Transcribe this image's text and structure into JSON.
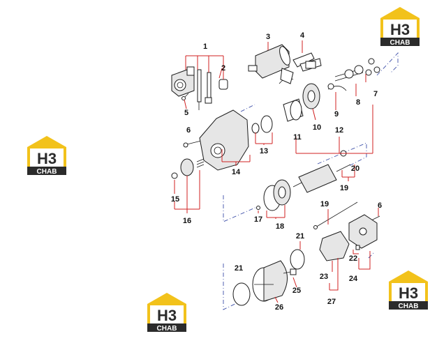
{
  "logos": [
    {
      "name": "logo-top-right",
      "letters": "H3",
      "caption": "CHAB"
    },
    {
      "name": "logo-left",
      "letters": "H3",
      "caption": "CHAB"
    },
    {
      "name": "logo-bottom-center",
      "letters": "H3",
      "caption": "CHAB"
    },
    {
      "name": "logo-bottom-right",
      "letters": "H3",
      "caption": "CHAB"
    }
  ],
  "colors": {
    "logo_yellow": "#f2c21b",
    "logo_dark": "#2b2b2b",
    "leader_red": "#d02020",
    "axis_blue": "#3c4ea8"
  },
  "callouts": [
    {
      "id": "c1",
      "label": "1"
    },
    {
      "id": "c2",
      "label": "2"
    },
    {
      "id": "c3",
      "label": "3"
    },
    {
      "id": "c4",
      "label": "4"
    },
    {
      "id": "c5",
      "label": "5"
    },
    {
      "id": "c6a",
      "label": "6"
    },
    {
      "id": "c7",
      "label": "7"
    },
    {
      "id": "c8",
      "label": "8"
    },
    {
      "id": "c9",
      "label": "9"
    },
    {
      "id": "c10",
      "label": "10"
    },
    {
      "id": "c11",
      "label": "11"
    },
    {
      "id": "c12",
      "label": "12"
    },
    {
      "id": "c13",
      "label": "13"
    },
    {
      "id": "c14",
      "label": "14"
    },
    {
      "id": "c15",
      "label": "15"
    },
    {
      "id": "c16",
      "label": "16"
    },
    {
      "id": "c17",
      "label": "17"
    },
    {
      "id": "c18",
      "label": "18"
    },
    {
      "id": "c19a",
      "label": "19"
    },
    {
      "id": "c19b",
      "label": "19"
    },
    {
      "id": "c20",
      "label": "20"
    },
    {
      "id": "c21a",
      "label": "21"
    },
    {
      "id": "c21b",
      "label": "21"
    },
    {
      "id": "c22",
      "label": "22"
    },
    {
      "id": "c23",
      "label": "23"
    },
    {
      "id": "c24",
      "label": "24"
    },
    {
      "id": "c25",
      "label": "25"
    },
    {
      "id": "c26",
      "label": "26"
    },
    {
      "id": "c27",
      "label": "27"
    },
    {
      "id": "c6b",
      "label": "6"
    }
  ]
}
